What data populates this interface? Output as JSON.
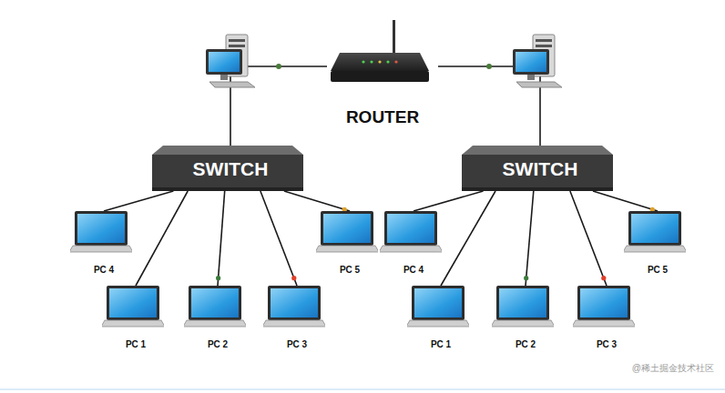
{
  "diagram": {
    "nodes": [
      {
        "text": [
          "ROUTER"
        ]
      },
      {
        "text": [
          "SWITCH"
        ]
      },
      {
        "text": [
          "SWITCH"
        ]
      },
      {
        "text": [
          "PC 4"
        ]
      },
      {
        "text": [
          "PC 5"
        ]
      },
      {
        "text": [
          "PC 1"
        ]
      },
      {
        "text": [
          "PC 2"
        ]
      },
      {
        "text": [
          "PC 3"
        ]
      },
      {
        "text": [
          "PC 4"
        ]
      },
      {
        "text": [
          "PC 5"
        ]
      },
      {
        "text": [
          "PC 1"
        ]
      },
      {
        "text": [
          "PC 2"
        ]
      },
      {
        "text": [
          "PC 3"
        ]
      }
    ],
    "edges": [
      {
        "from": 0,
        "to": 1,
        "arrow": "none"
      },
      {
        "from": 0,
        "to": 2,
        "arrow": "none"
      },
      {
        "from": 1,
        "to": 3,
        "arrow": "none"
      },
      {
        "from": 1,
        "to": 4,
        "arrow": "none"
      },
      {
        "from": 1,
        "to": 5,
        "arrow": "none"
      },
      {
        "from": 1,
        "to": 6,
        "arrow": "none"
      },
      {
        "from": 1,
        "to": 7,
        "arrow": "none"
      },
      {
        "from": 2,
        "to": 8,
        "arrow": "none"
      },
      {
        "from": 2,
        "to": 9,
        "arrow": "none"
      },
      {
        "from": 2,
        "to": 10,
        "arrow": "none"
      },
      {
        "from": 2,
        "to": 11,
        "arrow": "none"
      },
      {
        "from": 2,
        "to": 12,
        "arrow": "none"
      }
    ],
    "labels": [
      "@稀土掘金技术社区"
    ]
  }
}
